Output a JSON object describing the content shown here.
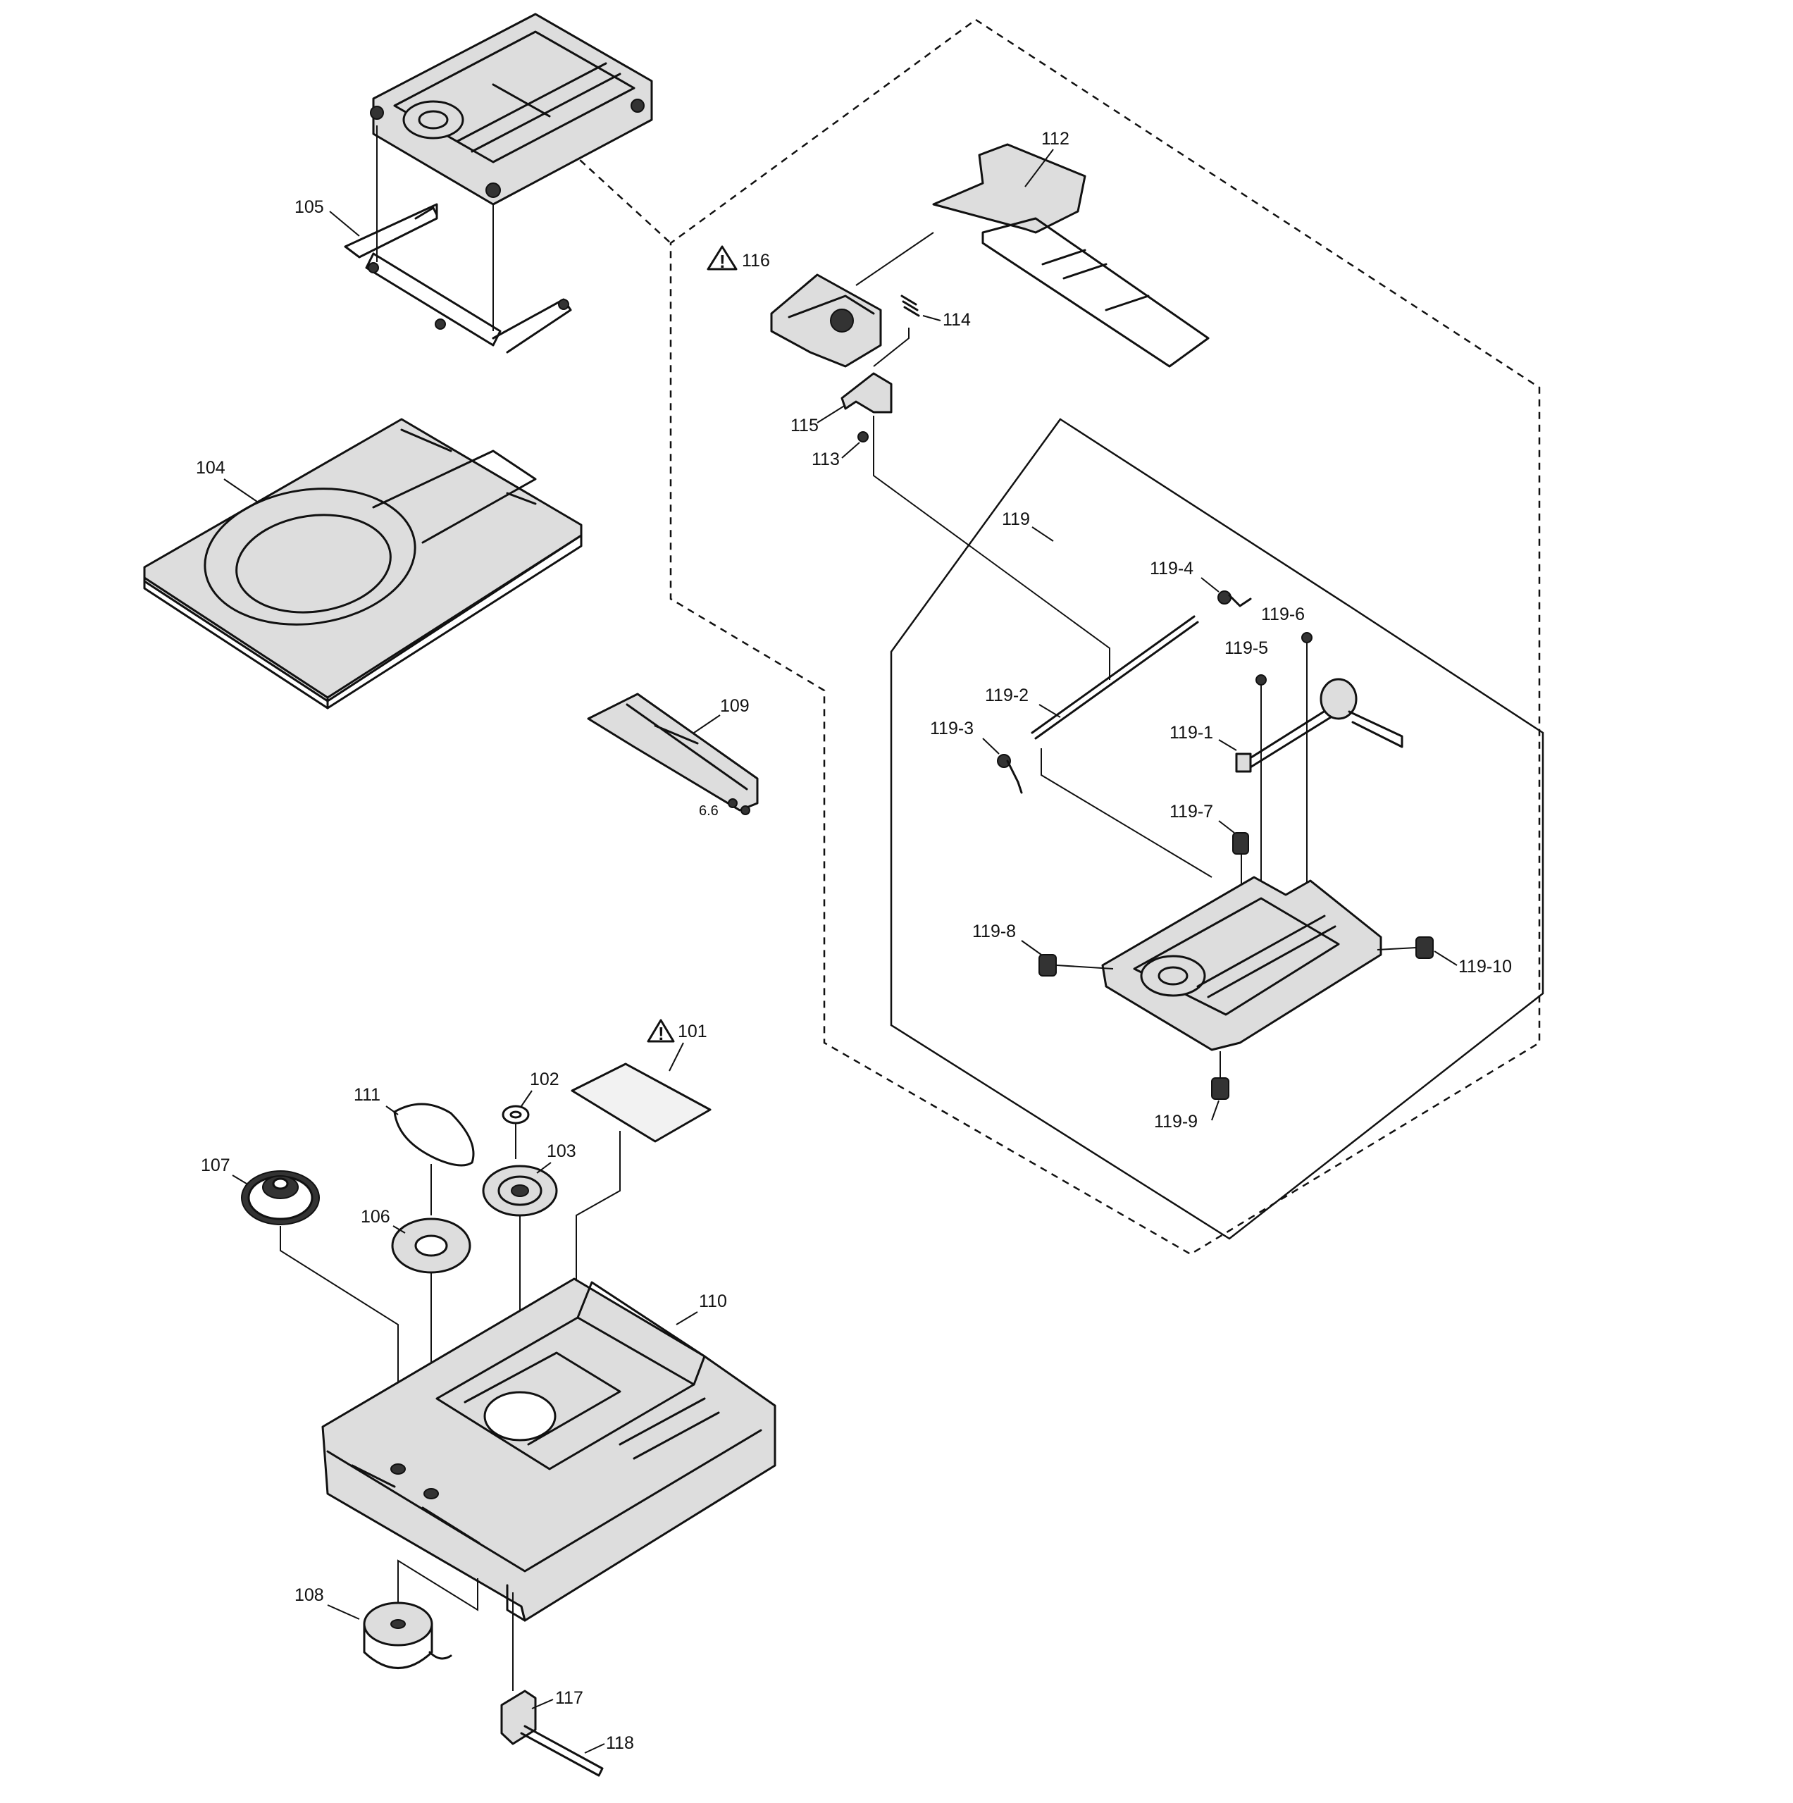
{
  "parts": {
    "p101": "101",
    "p102": "102",
    "p103": "103",
    "p104": "104",
    "p105": "105",
    "p106": "106",
    "p107": "107",
    "p108": "108",
    "p109": "109",
    "p110": "110",
    "p111": "111",
    "p112": "112",
    "p113": "113",
    "p114": "114",
    "p115": "115",
    "p116": "116",
    "p117": "117",
    "p118": "118",
    "p119": "119",
    "p119_1": "119-1",
    "p119_2": "119-2",
    "p119_3": "119-3",
    "p119_4": "119-4",
    "p119_5": "119-5",
    "p119_6": "119-6",
    "p119_7": "119-7",
    "p119_8": "119-8",
    "p119_9": "119-9",
    "p119_10": "119-10",
    "sub109": "6.6"
  },
  "warning_symbol": "!",
  "icons": [
    "warning-triangle-icon"
  ]
}
